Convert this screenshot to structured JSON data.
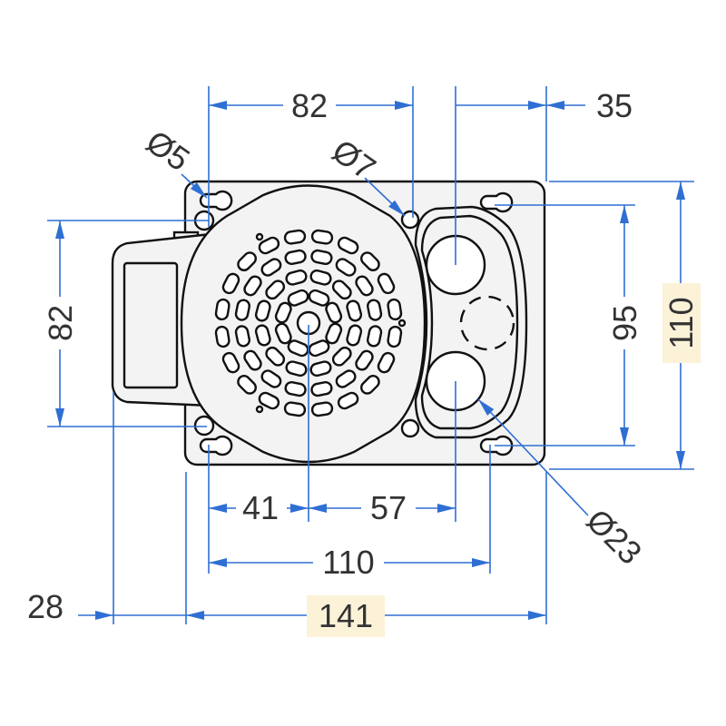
{
  "colors": {
    "dimension": "#2f6fd3",
    "highlight": "#fbf2d8",
    "part_fill": "#f3f3f3"
  },
  "dimensions": {
    "top_width": "82",
    "right_offset": "35",
    "hole_small": "Ø5",
    "hole_medium": "Ø7",
    "left_height": "82",
    "inner_height": "95",
    "total_height": "110",
    "center_left": "41",
    "center_right": "57",
    "mount_width": "110",
    "tab_width": "28",
    "total_width": "141",
    "hole_large": "Ø23"
  },
  "grille": {
    "rings": [
      {
        "radius": 30,
        "count": 8
      },
      {
        "radius": 52,
        "count": 12
      },
      {
        "radius": 74,
        "count": 16
      },
      {
        "radius": 96,
        "count": 20
      }
    ]
  }
}
